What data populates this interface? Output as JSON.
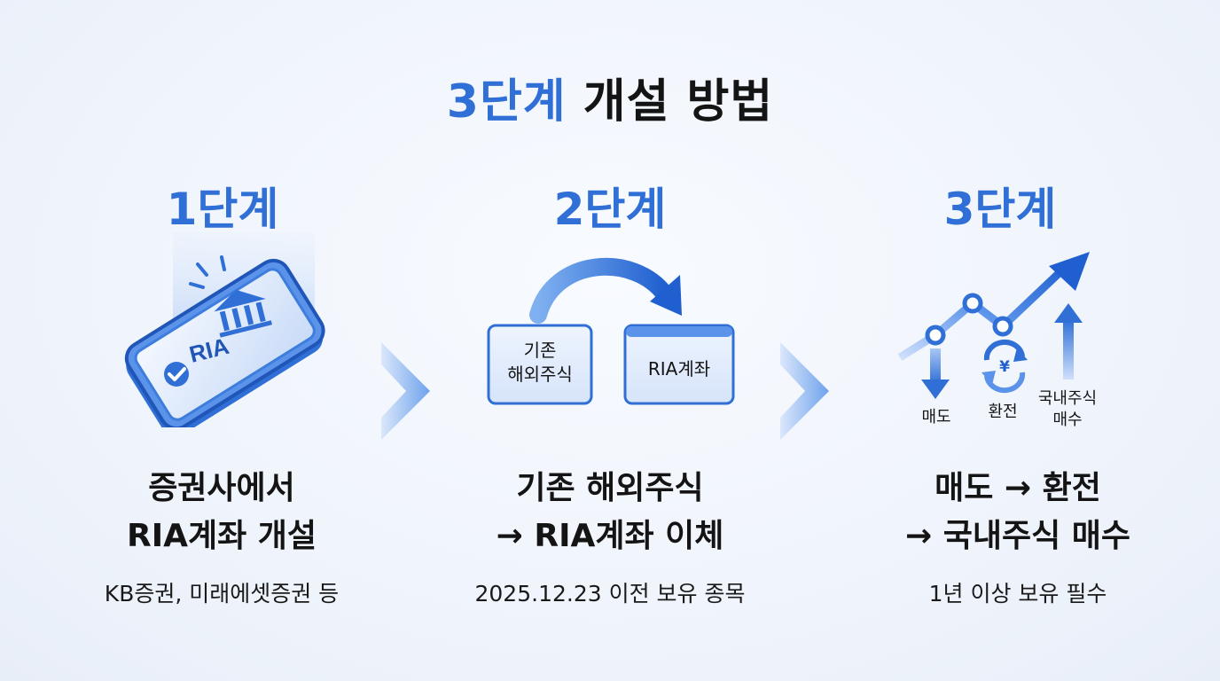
{
  "title": {
    "accent": "3단계",
    "rest": " 개설 방법"
  },
  "steps": [
    {
      "label": "1단계",
      "icon": "phone-bank-icon",
      "badge": "RIA",
      "headline_1": "증권사에서",
      "headline_2": "RIA계좌 개설",
      "sub": "KB증권, 미래에셋증권 등"
    },
    {
      "label": "2단계",
      "icon": "transfer-icon",
      "box_from_1": "기존",
      "box_from_2": "해외주식",
      "box_to": "RIA계좌",
      "headline_1": "기존 해외주식",
      "headline_2": "→ RIA계좌 이체",
      "sub": "2025.12.23 이전 보유 종목"
    },
    {
      "label": "3단계",
      "icon": "trend-up-icon",
      "sell": "매도",
      "exchange": "환전",
      "buy_1": "국내주식",
      "buy_2": "매수",
      "currency": "¥",
      "headline_1": "매도 → 환전",
      "headline_2": "→ 국내주식 매수",
      "sub": "1년 이상 보유 필수"
    }
  ],
  "colors": {
    "accent": "#2f6fd6",
    "light": "#dce8fb"
  }
}
